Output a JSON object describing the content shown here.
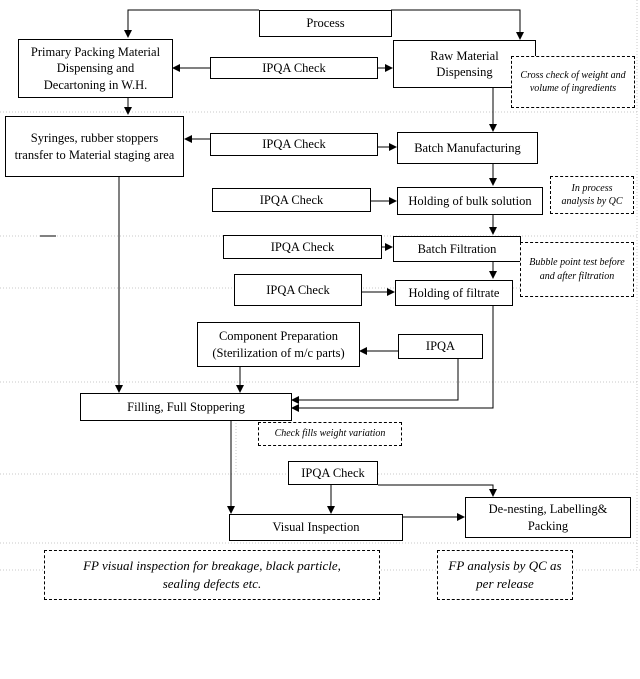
{
  "nodes": {
    "process": "Process",
    "primary_packing": "Primary Packing Material Dispensing and Decartoning in W.H.",
    "raw_material": "Raw Material Dispensing",
    "syringes": "Syringes, rubber stoppers transfer to Material staging area",
    "batch_manufacturing": "Batch Manufacturing",
    "holding_bulk": "Holding of bulk solution",
    "batch_filtration": "Batch Filtration",
    "holding_filtrate": "Holding of filtrate",
    "component_prep": "Component Preparation (Sterilization of m/c parts)",
    "filling": "Filling, Full Stoppering",
    "visual_inspection": "Visual Inspection",
    "denesting": "De-nesting, Labelling& Packing"
  },
  "ipqa": {
    "check1": "IPQA Check",
    "check2": "IPQA Check",
    "check3": "IPQA Check",
    "check4": "IPQA Check",
    "check5": "IPQA Check",
    "ipqa6": "IPQA",
    "check7": "IPQA Check"
  },
  "notes": {
    "cross_check": "Cross check of weight and volume of ingredients",
    "in_process": "In process analysis by QC",
    "bubble_point": "Bubble point test before and after filtration",
    "check_fills": "Check fills weight variation",
    "fp_visual": "FP visual inspection for breakage, black particle, sealing defects etc.",
    "fp_analysis": "FP analysis by QC as per release"
  }
}
